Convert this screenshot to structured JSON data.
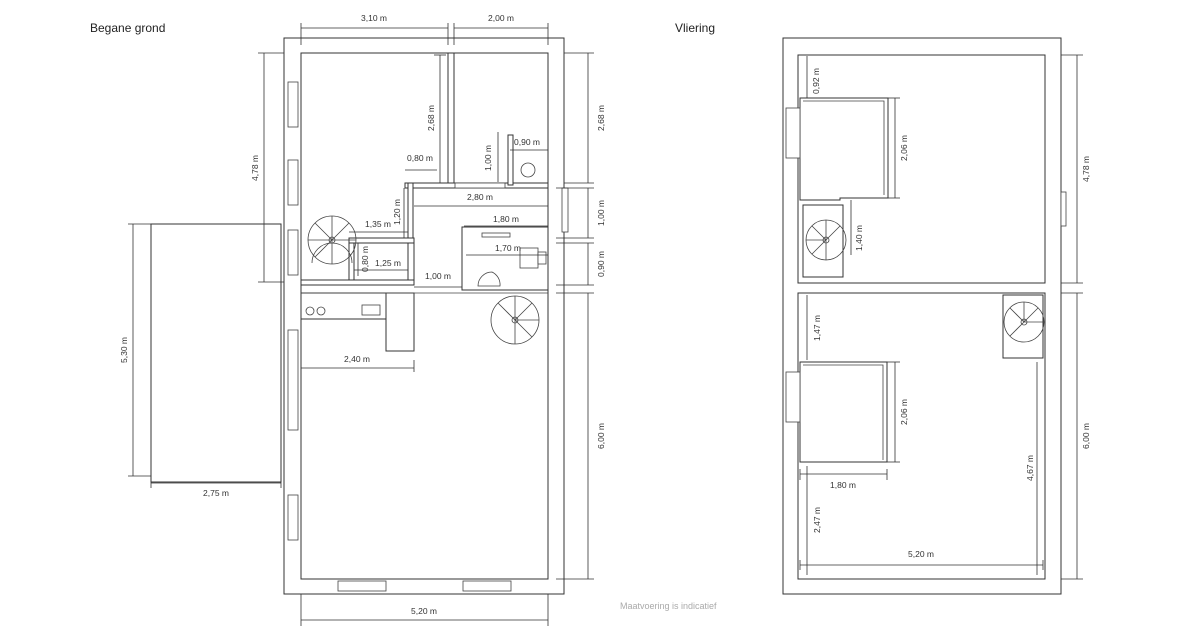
{
  "headings": {
    "ground": "Begane grond",
    "attic": "Vliering"
  },
  "note": "Maatvoering is indicatief",
  "ground_dimensions": {
    "top_left": "3,10 m",
    "top_right": "2,00 m",
    "left_upper": "4,78 m",
    "hall_height": "2,68 m",
    "right_upper": "2,68 m",
    "wall_080": "0,80 m",
    "wc_height": "1,00 m",
    "wc_width": "0,90 m",
    "landing_height": "1,20 m",
    "hall_280": "2,80 m",
    "right_100": "1,00 m",
    "stair_135": "1,35 m",
    "bath_180": "1,80 m",
    "closet_080": "0,80 m",
    "bath_170": "1,70 m",
    "right_090": "0,90 m",
    "closet_125": "1,25 m",
    "door_100": "1,00 m",
    "kitchen_240": "2,40 m",
    "annex_height": "5,30 m",
    "annex_width": "2,75 m",
    "right_lower": "6,00 m",
    "bottom_width": "5,20 m"
  },
  "attic_dimensions": {
    "top_092": "0,92 m",
    "upper_box_206": "2,06 m",
    "right_upper": "4,78 m",
    "stair_140": "1,40 m",
    "lower_147": "1,47 m",
    "lower_box_206": "2,06 m",
    "right_lower": "6,00 m",
    "inner_467": "4,67 m",
    "box_width_180": "1,80 m",
    "left_247": "2,47 m",
    "width_520": "5,20 m"
  }
}
